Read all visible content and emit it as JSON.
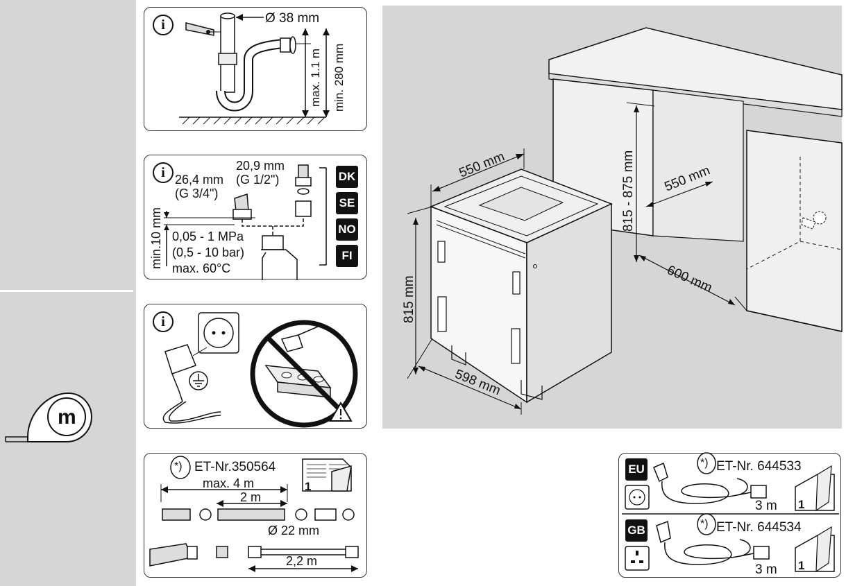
{
  "siphon": {
    "diameter": "Ø 38 mm",
    "max_height": "max. 1.1 m",
    "min_height": "min. 280 mm"
  },
  "water": {
    "thread_small": "20,9 mm",
    "thread_small_g": "(G 1/2\")",
    "thread_large": "26,4 mm",
    "thread_large_g": "(G 3/4\")",
    "min_height": "min.10 mm",
    "pressure_mpa": "0,05 - 1 MPa",
    "pressure_bar": "(0,5 - 10 bar)",
    "max_temp": "max. 60°C",
    "countries": [
      "DK",
      "SE",
      "NO",
      "FI"
    ]
  },
  "hose_kit": {
    "part_number": "ET-Nr.350564",
    "star": "*)",
    "max_length": "max. 4 m",
    "length_2m": "2 m",
    "diameter": "Ø 22 mm",
    "length_22m": "2,2 m",
    "doc_page": "1"
  },
  "cables": {
    "eu_label": "EU",
    "eu_part": "ET-Nr. 644533",
    "gb_label": "GB",
    "gb_part": "ET-Nr. 644534",
    "star": "*)",
    "length": "3 m",
    "doc_page": "1"
  },
  "installation": {
    "depth_top": "550 mm",
    "height": "815 mm",
    "width": "598 mm",
    "niche_height": "815 - 875 mm",
    "niche_depth": "550 mm",
    "niche_width": "600 mm"
  },
  "tape_measure": {
    "unit_label": "m"
  }
}
